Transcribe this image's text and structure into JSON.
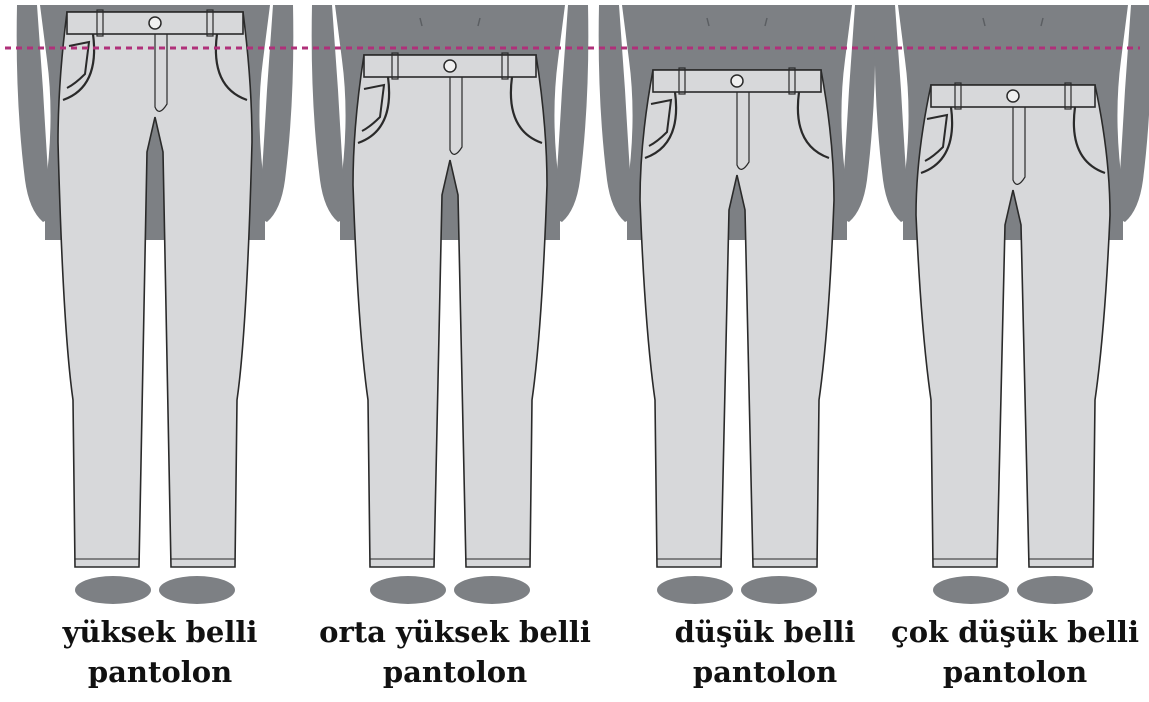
{
  "reference_line_color": "#b0307a",
  "body_color": "#7d8084",
  "pants_fill": "#d7d8da",
  "outline_color": "#2a2a2a",
  "figures": [
    {
      "line1": "yüksek belli",
      "line2": "pantolon",
      "rise": "high"
    },
    {
      "line1": "orta yüksek belli",
      "line2": "pantolon",
      "rise": "mid-high"
    },
    {
      "line1": "düşük belli",
      "line2": "pantolon",
      "rise": "low"
    },
    {
      "line1": "çok düşük belli",
      "line2": "pantolon",
      "rise": "very-low"
    }
  ]
}
